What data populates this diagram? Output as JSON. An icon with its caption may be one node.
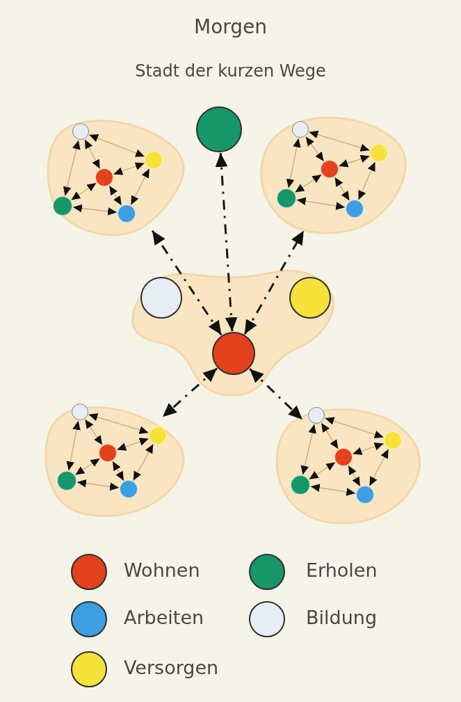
{
  "diagram": {
    "title": "Morgen",
    "nodes": [
      {
        "text": [],
        "shape": "cloud"
      },
      {
        "text": [],
        "shape": "circle",
        "in": 0
      },
      {
        "text": [],
        "shape": "circle",
        "in": 0
      },
      {
        "text": [],
        "shape": "circle",
        "in": 0
      },
      {
        "text": [],
        "shape": "circle",
        "in": 0
      },
      {
        "text": [],
        "shape": "circle",
        "in": 0
      },
      {
        "text": [],
        "shape": "circle"
      },
      {
        "text": [],
        "shape": "cloud"
      },
      {
        "text": [],
        "shape": "circle",
        "in": 7
      },
      {
        "text": [],
        "shape": "circle",
        "in": 7
      },
      {
        "text": [],
        "shape": "circle",
        "in": 7
      },
      {
        "text": [],
        "shape": "circle",
        "in": 7
      },
      {
        "text": [],
        "shape": "circle",
        "in": 7
      },
      {
        "text": [],
        "shape": "cloud"
      },
      {
        "text": [],
        "shape": "circle",
        "in": 13
      },
      {
        "text": [],
        "shape": "circle",
        "in": 13
      },
      {
        "text": [],
        "shape": "circle",
        "in": 13
      },
      {
        "text": [],
        "shape": "cloud"
      },
      {
        "text": [],
        "shape": "circle",
        "in": 17
      },
      {
        "text": [],
        "shape": "circle",
        "in": 17
      },
      {
        "text": [],
        "shape": "circle",
        "in": 17
      },
      {
        "text": [],
        "shape": "circle",
        "in": 17
      },
      {
        "text": [],
        "shape": "circle",
        "in": 17
      },
      {
        "text": [],
        "shape": "cloud"
      },
      {
        "text": [],
        "shape": "circle",
        "in": 23
      },
      {
        "text": [],
        "shape": "circle",
        "in": 23
      },
      {
        "text": [],
        "shape": "circle",
        "in": 23
      },
      {
        "text": [],
        "shape": "circle",
        "in": 23
      },
      {
        "text": [],
        "shape": "circle",
        "in": 23
      }
    ],
    "edges": [
      {
        "from": 1,
        "to": 2,
        "arrow": "both"
      },
      {
        "from": 1,
        "to": 3,
        "arrow": "both"
      },
      {
        "from": 1,
        "to": 4,
        "arrow": "both"
      },
      {
        "from": 3,
        "to": 2,
        "arrow": "both"
      },
      {
        "from": 3,
        "to": 4,
        "arrow": "both"
      },
      {
        "from": 3,
        "to": 5,
        "arrow": "both"
      },
      {
        "from": 2,
        "to": 5,
        "arrow": "both"
      },
      {
        "from": 4,
        "to": 5,
        "arrow": "both"
      },
      {
        "from": 8,
        "to": 9,
        "arrow": "both"
      },
      {
        "from": 8,
        "to": 10,
        "arrow": "both"
      },
      {
        "from": 8,
        "to": 11,
        "arrow": "both"
      },
      {
        "from": 10,
        "to": 9,
        "arrow": "both"
      },
      {
        "from": 10,
        "to": 11,
        "arrow": "both"
      },
      {
        "from": 10,
        "to": 12,
        "arrow": "both"
      },
      {
        "from": 9,
        "to": 12,
        "arrow": "both"
      },
      {
        "from": 11,
        "to": 12,
        "arrow": "both"
      },
      {
        "from": 18,
        "to": 19,
        "arrow": "both"
      },
      {
        "from": 18,
        "to": 20,
        "arrow": "both"
      },
      {
        "from": 18,
        "to": 21,
        "arrow": "both"
      },
      {
        "from": 20,
        "to": 19,
        "arrow": "both"
      },
      {
        "from": 20,
        "to": 21,
        "arrow": "both"
      },
      {
        "from": 20,
        "to": 22,
        "arrow": "both"
      },
      {
        "from": 19,
        "to": 22,
        "arrow": "both"
      },
      {
        "from": 21,
        "to": 22,
        "arrow": "both"
      },
      {
        "from": 24,
        "to": 25,
        "arrow": "both"
      },
      {
        "from": 24,
        "to": 26,
        "arrow": "both"
      },
      {
        "from": 24,
        "to": 27,
        "arrow": "both"
      },
      {
        "from": 26,
        "to": 25,
        "arrow": "both"
      },
      {
        "from": 26,
        "to": 27,
        "arrow": "both"
      },
      {
        "from": 26,
        "to": 28,
        "arrow": "both"
      },
      {
        "from": 25,
        "to": 28,
        "arrow": "both"
      },
      {
        "from": 27,
        "to": 28,
        "arrow": "both"
      },
      {
        "from": 16,
        "to": 0,
        "arrow": "both",
        "style": "dashed",
        "color": "#1a1a1a"
      },
      {
        "from": 16,
        "to": 6,
        "arrow": "both",
        "style": "dashed",
        "color": "#1a1a1a"
      },
      {
        "from": 16,
        "to": 7,
        "arrow": "both",
        "style": "dashed",
        "color": "#1a1a1a"
      },
      {
        "from": 16,
        "to": 17,
        "arrow": "both",
        "style": "dashed",
        "color": "#1a1a1a"
      },
      {
        "from": 16,
        "to": 23,
        "arrow": "both",
        "style": "dashed",
        "color": "#1a1a1a"
      }
    ],
    "labels": [
      "Stadt der kurzen Wege"
    ],
    "legend": [
      {
        "text": "Wohnen",
        "color": "#e2421c"
      },
      {
        "text": "Erholen",
        "color": "#17966a"
      },
      {
        "text": "Arbeiten",
        "color": "#3d9fe0"
      },
      {
        "text": "Bildung",
        "color": "#e8edf4"
      },
      {
        "text": "Versorgen",
        "color": "#f6e23a"
      }
    ]
  }
}
